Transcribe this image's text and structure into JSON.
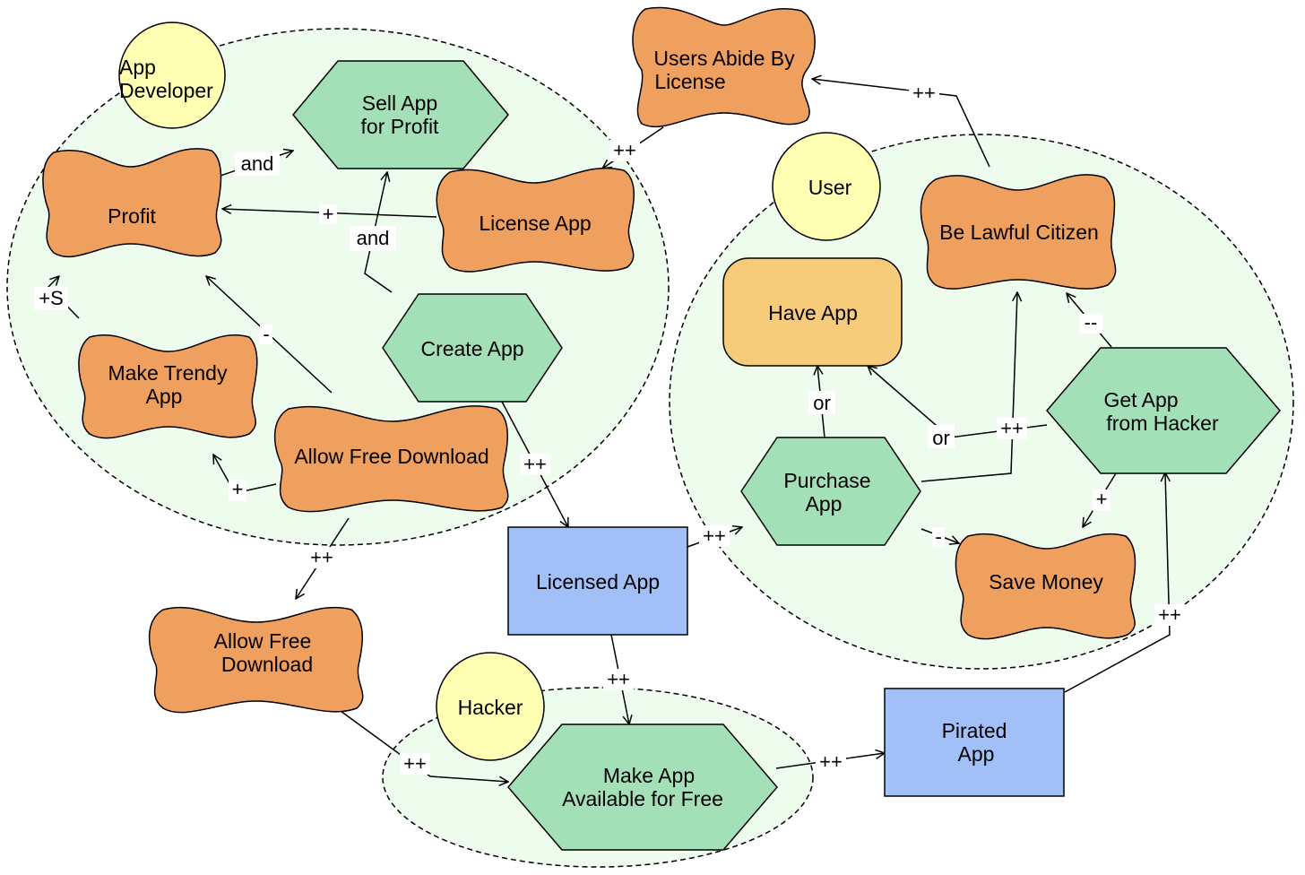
{
  "colors": {
    "goal": "#F0A05E",
    "task": "#A3E0B8",
    "resource": "#A0C0F7",
    "actor": "#FFFFB3",
    "softgoal_alt": "#F6CC7A",
    "boundary": "#EDFCEC"
  },
  "actors": {
    "developer": {
      "line1": "App",
      "line2": "Developer"
    },
    "user": {
      "label": "User"
    },
    "hacker": {
      "label": "Hacker"
    }
  },
  "nodes": {
    "users_abide": {
      "line1": "Users Abide By",
      "line2": "License"
    },
    "sell_app": {
      "line1": "Sell App",
      "line2": "for Profit"
    },
    "profit": {
      "label": "Profit"
    },
    "license_app": {
      "label": "License App"
    },
    "create_app": {
      "label": "Create App"
    },
    "make_trendy": {
      "line1": "Make Trendy",
      "line2": "App"
    },
    "allow_free_dev": {
      "label": "Allow Free Download"
    },
    "allow_free_out": {
      "line1": "Allow Free",
      "line2": "Download"
    },
    "licensed_app": {
      "label": "Licensed App"
    },
    "make_available": {
      "line1": "Make App",
      "line2": "Available for Free"
    },
    "pirated_app": {
      "line1": "Pirated",
      "line2": "App"
    },
    "be_lawful": {
      "label": "Be Lawful Citizen"
    },
    "have_app": {
      "label": "Have App"
    },
    "get_from_hacker": {
      "line1": "Get App",
      "line2": "from Hacker"
    },
    "purchase_app": {
      "line1": "Purchase",
      "line2": "App"
    },
    "save_money": {
      "label": "Save Money"
    }
  },
  "links": {
    "and_profit_sell": "and",
    "and_create_sell": "and",
    "plus_license_profit": "+",
    "plus_s": "+S",
    "minus_free_profit": "-",
    "plus_free_trendy": "+",
    "pp_license_users": "++",
    "pp_lawful_users": "++",
    "pp_create_licensed": "++",
    "pp_free_out": "++",
    "pp_licensed_purchase": "++",
    "pp_licensed_make": "++",
    "pp_out_make": "++",
    "pp_make_pirated": "++",
    "pp_pirated_get": "++",
    "or_purchase_have": "or",
    "or_get_have": "or",
    "pp_get_lawful": "++",
    "mm_get_lawful": "--",
    "plus_get_save": "+",
    "minus_purchase_save": "-"
  }
}
